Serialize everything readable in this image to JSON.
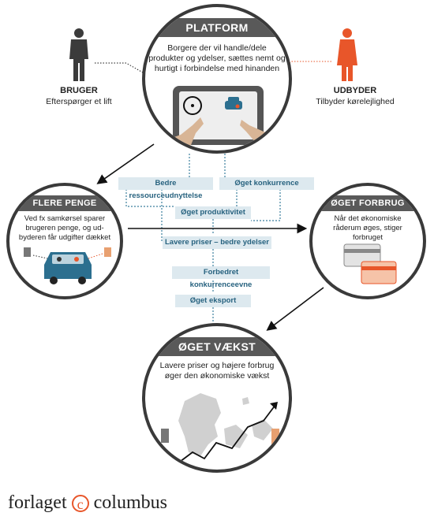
{
  "platform": {
    "title": "PLATFORM",
    "text": [
      "Borgere der vil handle/dele",
      "produkter og ydelser, sættes nemt og",
      "hurtigt i forbindelse med hinanden"
    ]
  },
  "bruger": {
    "title": "BRUGER",
    "subtitle": "Efterspørger et lift"
  },
  "udbyder": {
    "title": "UDBYDER",
    "subtitle": "Tilbyder kørelejlighed"
  },
  "flere_penge": {
    "title": "FLERE PENGE",
    "text": [
      "Ved fx samkørsel sparer",
      "brugeren penge, og ud-",
      "byderen får udgifter dækket"
    ]
  },
  "oget_forbrug": {
    "title": "ØGET FORBRUG",
    "text": [
      "Når det økonomiske",
      "råderum øges, stiger",
      "forbruget"
    ]
  },
  "oget_vaekst": {
    "title": "ØGET VÆKST",
    "text": [
      "Lavere priser og højere forbrug",
      "øger den økonomiske vækst"
    ]
  },
  "labels": {
    "ressource": "Bedre ressourceudnyttelse",
    "konkurrence": "Øget konkurrence",
    "produktivitet": "Øget produktivitet",
    "priser": "Lavere priser – bedre ydelser",
    "konkurrenceevne": "Forbedret konkurrenceevne",
    "eksport": "Øget eksport"
  },
  "logo": {
    "text_left": "forlaget",
    "text_right": "columbus",
    "mark": "c"
  },
  "colors": {
    "accent": "#e8562a",
    "banner": "#595959",
    "label_bg": "#dde9ef",
    "label_text": "#27627f",
    "car": "#2c6f8f"
  }
}
